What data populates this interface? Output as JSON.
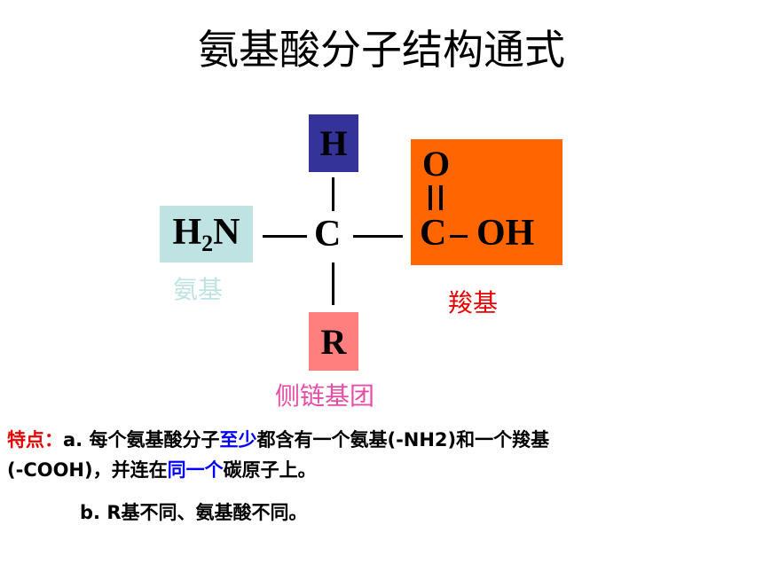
{
  "title": "氨基酸分子结构通式",
  "structure": {
    "h": "H",
    "amino_group": "H2N",
    "amino_h": "H",
    "amino_sub": "2",
    "amino_n": "N",
    "carbon": "C",
    "r": "R",
    "carboxyl_o": "O",
    "carboxyl_c": "C",
    "carboxyl_oh": "OH"
  },
  "labels": {
    "amino": "氨基",
    "carboxyl": "羧基",
    "side_chain": "侧链基团"
  },
  "notes": {
    "feature_label": "特点：",
    "a_prefix": "a.  每个氨基酸分子",
    "a_emph1": "至少",
    "a_mid": "都含有一个氨基(-NH2)和一个羧基",
    "a_line2_prefix": "(-COOH)，并连在",
    "a_emph2": "同一个",
    "a_suffix": "碳原子上。",
    "b": "b.  R基不同、氨基酸不同。"
  },
  "colors": {
    "h_box": "#333399",
    "amino_box": "#bfe3e3",
    "r_box": "#ff7f7f",
    "carboxyl_box": "#ff6600",
    "feature_label": "#e60000",
    "emphasis": "#0000ff",
    "amino_label": "#bfe3e3",
    "carboxyl_label": "#e60000",
    "side_chain_label": "#e64ea6"
  }
}
